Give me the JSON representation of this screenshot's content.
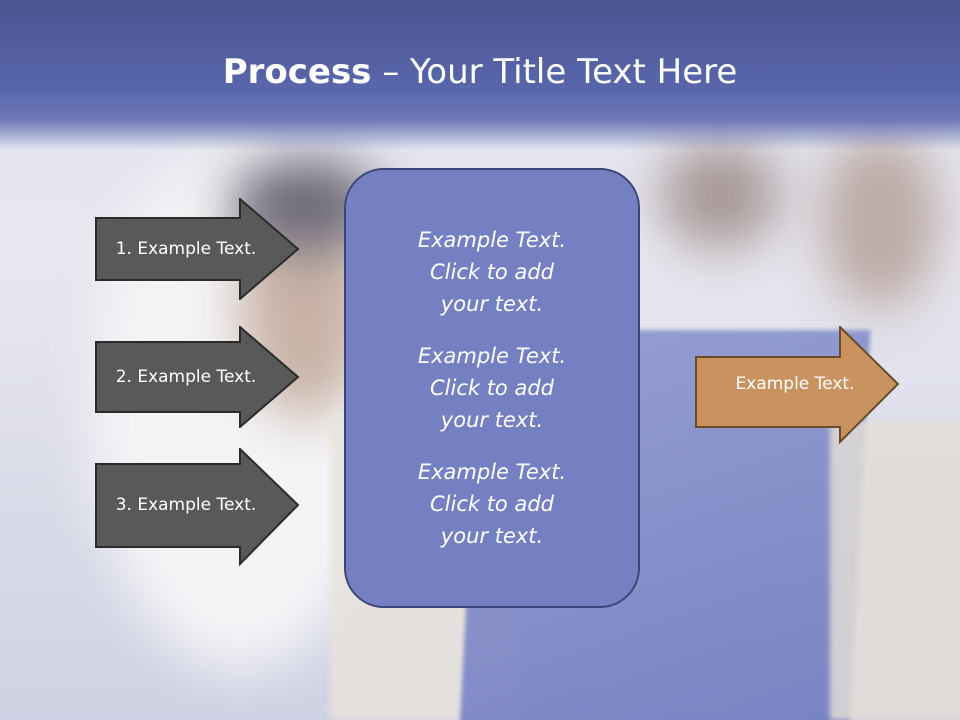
{
  "title": {
    "bold": "Process",
    "rest": " – Your Title Text Here"
  },
  "left_arrows": [
    {
      "label": "1. Example Text."
    },
    {
      "label": "2. Example Text."
    },
    {
      "label": "3. Example Text."
    }
  ],
  "center_box": {
    "items": [
      {
        "text": "Example Text.\nClick  to add\nyour text."
      },
      {
        "text": "Example Text.\nClick  to add\nyour text."
      },
      {
        "text": "Example Text.\nClick  to add\nyour text."
      }
    ]
  },
  "right_arrow": {
    "label": "Example Text."
  },
  "colors": {
    "header": "#5966ab",
    "left_arrow_fill": "#595959",
    "center_box_fill": "#7580c2",
    "right_arrow_fill": "#c8935f",
    "text": "#ffffff"
  }
}
